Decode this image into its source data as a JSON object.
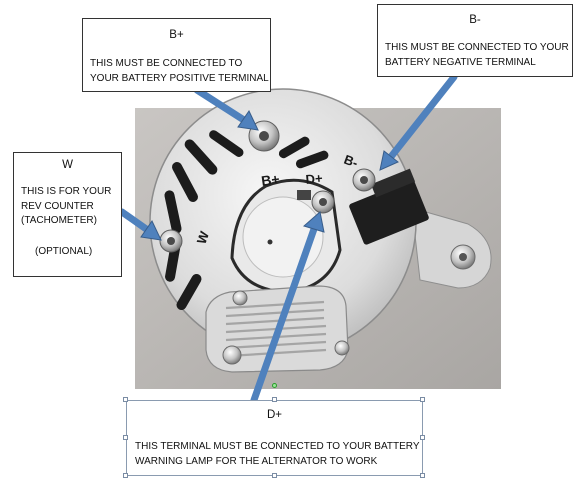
{
  "callouts": {
    "b_plus": {
      "title": "B+",
      "text": "THIS MUST BE CONNECTED TO YOUR BATTERY POSITIVE TERMINAL"
    },
    "b_minus": {
      "title": "B-",
      "text": "THIS MUST BE CONNECTED TO YOUR BATTERY NEGATIVE TERMINAL"
    },
    "w": {
      "title": "W",
      "text": "THIS IS FOR YOUR REV COUNTER (TACHOMETER)",
      "note": "(OPTIONAL)"
    },
    "d_plus": {
      "title": "D+",
      "text": "THIS TERMINAL MUST BE CONNECTED TO YOUR BATTERY WARNING LAMP FOR THE ALTERNATOR TO WORK"
    }
  },
  "photo_labels": {
    "b_plus": "B+",
    "d_plus": "D+",
    "b_minus": "B-",
    "w": "W"
  },
  "colors": {
    "arrow": "#4f81bd",
    "arrow_outline": "#385d8a",
    "selection_handle": "#7a8ca4",
    "rotate_handle": "#2a9d2a"
  }
}
